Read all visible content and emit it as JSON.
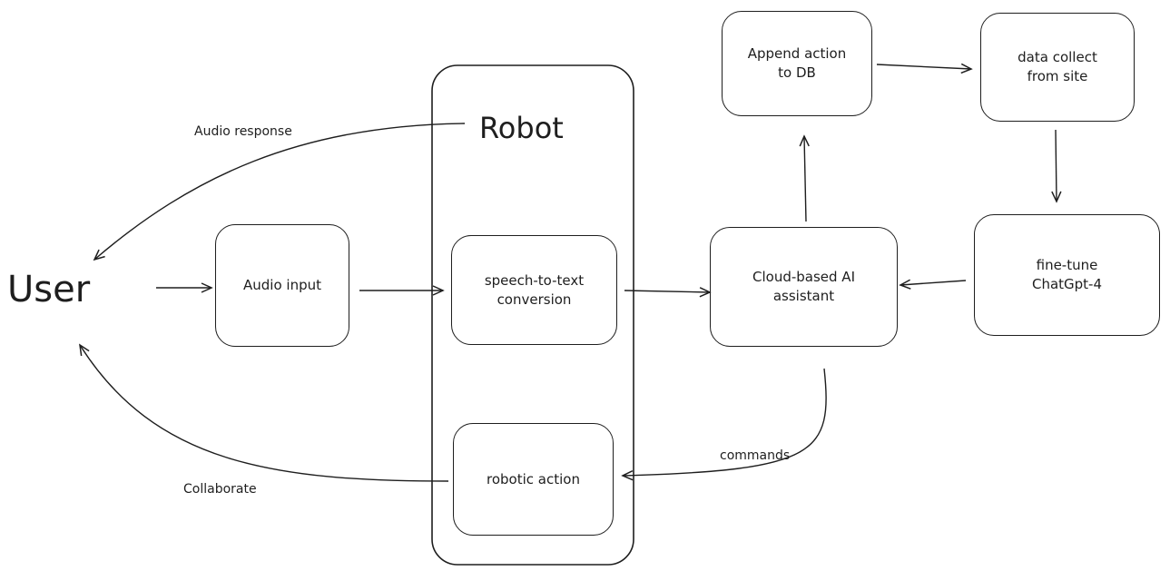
{
  "user": {
    "label": "User"
  },
  "robot": {
    "title": "Robot"
  },
  "nodes": {
    "audio_input": "Audio input",
    "speech_to_text": "speech-to-text conversion",
    "robotic_action": "robotic action",
    "cloud_ai": "Cloud-based AI assistant",
    "append_db": "Append action to DB",
    "data_collect": "data collect from site",
    "fine_tune": "fine-tune ChatGpt-4"
  },
  "edges": {
    "audio_response": "Audio response",
    "collaborate": "Collaborate",
    "commands": "commands"
  }
}
